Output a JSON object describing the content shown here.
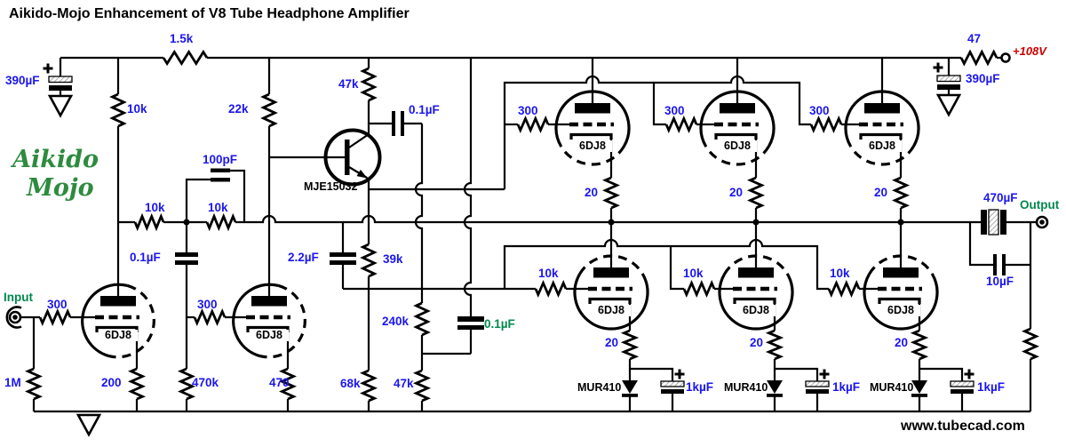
{
  "labels": {
    "title": "Aikido-Mojo Enhancement of V8 Tube Headphone Amplifier",
    "site": "www.tubecad.com",
    "brand1": "Aikido",
    "brand2": "Mojo",
    "input": "Input",
    "output": "Output",
    "supply": "+108V",
    "r_1p5k": "1.5k",
    "c390l": "390µF",
    "r10k_top": "10k",
    "r22k": "22k",
    "r47k_top": "47k",
    "c01_top": "0.1µF",
    "c100p": "100pF",
    "q1": "MJE15032",
    "r10k_a": "10k",
    "r10k_b": "10k",
    "c01_left": "0.1µF",
    "c2u2": "2.2µF",
    "r39k": "39k",
    "r240k": "240k",
    "c01_mojo": "0.1µF",
    "r68k": "68k",
    "r47k_bot": "47k",
    "r300_a": "300",
    "r1m": "1M",
    "r200": "200",
    "r300_b": "300",
    "r470k": "470k",
    "r470": "470",
    "r300_u1": "300",
    "r300_u2": "300",
    "r300_u3": "300",
    "r20_u1": "20",
    "r20_u2": "20",
    "r20_u3": "20",
    "r47": "47",
    "c390r": "390µF",
    "c470u": "470µF",
    "c10u": "10µF",
    "r10k_l1": "10k",
    "r10k_l2": "10k",
    "r10k_l3": "10k",
    "r20_l1": "20",
    "r20_l2": "20",
    "r20_l3": "20",
    "mur1": "MUR410",
    "mur2": "MUR410",
    "mur3": "MUR410",
    "c1k_1": "1kµF",
    "c1k_2": "1kµF",
    "c1k_3": "1kµF",
    "tube_a": "6DJ8",
    "tube_b": "6DJ8",
    "tube_u1": "6DJ8",
    "tube_u2": "6DJ8",
    "tube_u3": "6DJ8",
    "tube_l1": "6DJ8",
    "tube_l2": "6DJ8",
    "tube_l3": "6DJ8"
  },
  "components": {
    "tubes": [
      "6DJ8",
      "6DJ8",
      "6DJ8",
      "6DJ8",
      "6DJ8",
      "6DJ8",
      "6DJ8",
      "6DJ8"
    ],
    "transistor": "MJE15032",
    "diodes": [
      "MUR410",
      "MUR410",
      "MUR410"
    ],
    "resistors": [
      "1.5k",
      "10k",
      "22k",
      "47k",
      "10k",
      "10k",
      "300",
      "1M",
      "200",
      "300",
      "470k",
      "470",
      "39k",
      "240k",
      "68k",
      "47k",
      "300",
      "300",
      "300",
      "20",
      "20",
      "20",
      "10k",
      "10k",
      "10k",
      "20",
      "20",
      "20",
      "47"
    ],
    "capacitors": [
      "390µF",
      "100pF",
      "0.1µF",
      "0.1µF",
      "2.2µF",
      "0.1µF",
      "390µF",
      "470µF",
      "10µF",
      "1kµF",
      "1kµF",
      "1kµF"
    ],
    "supply_voltage": "+108V"
  },
  "colors": {
    "value_blue": "#1b16ef",
    "io_green": "#00894c",
    "script_green": "#2e8b3e",
    "supply_red": "#cc0000",
    "wire_black": "#000000"
  }
}
